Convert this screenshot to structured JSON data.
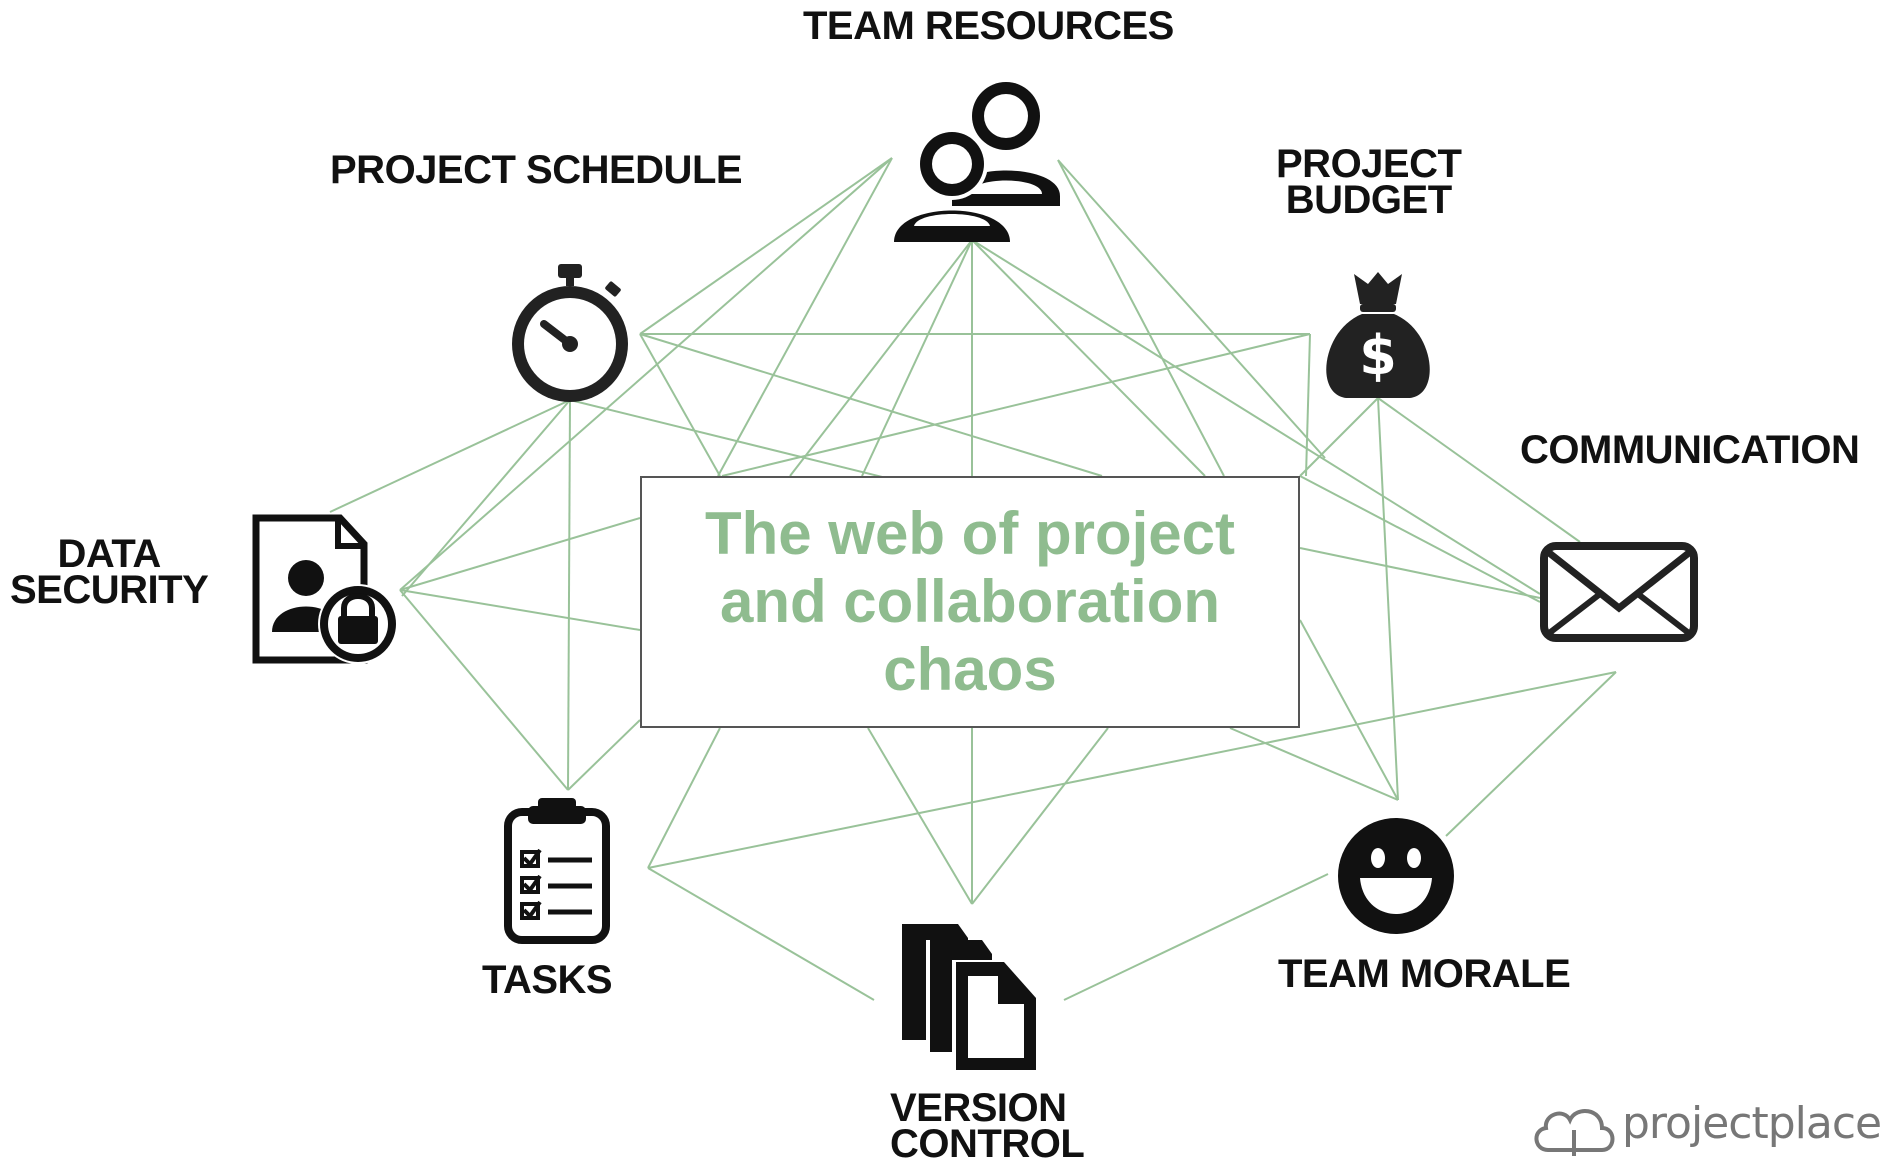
{
  "diagram": {
    "center_text": "The web of project and collaboration chaos",
    "nodes": {
      "team_resources": {
        "label": "TEAM RESOURCES",
        "icon": "people-icon"
      },
      "project_schedule": {
        "label": "PROJECT SCHEDULE",
        "icon": "stopwatch-icon"
      },
      "project_budget": {
        "label_lines": [
          "PROJECT",
          "BUDGET"
        ],
        "icon": "money-bag-icon"
      },
      "communication": {
        "label": "COMMUNICATION",
        "icon": "envelope-icon"
      },
      "data_security": {
        "label_lines": [
          "DATA",
          "SECURITY"
        ],
        "icon": "secure-document-icon"
      },
      "tasks": {
        "label": "TASKS",
        "icon": "clipboard-checklist-icon"
      },
      "version_control": {
        "label_lines": [
          "VERSION",
          "CONTROL"
        ],
        "icon": "stacked-documents-icon"
      },
      "team_morale": {
        "label": "TEAM MORALE",
        "icon": "smiley-face-icon"
      }
    },
    "line_color": "#8fbc8f",
    "text_color": "#8fbc8f"
  },
  "brand": {
    "name": "projectplace",
    "icon": "cloud-logo-icon"
  }
}
